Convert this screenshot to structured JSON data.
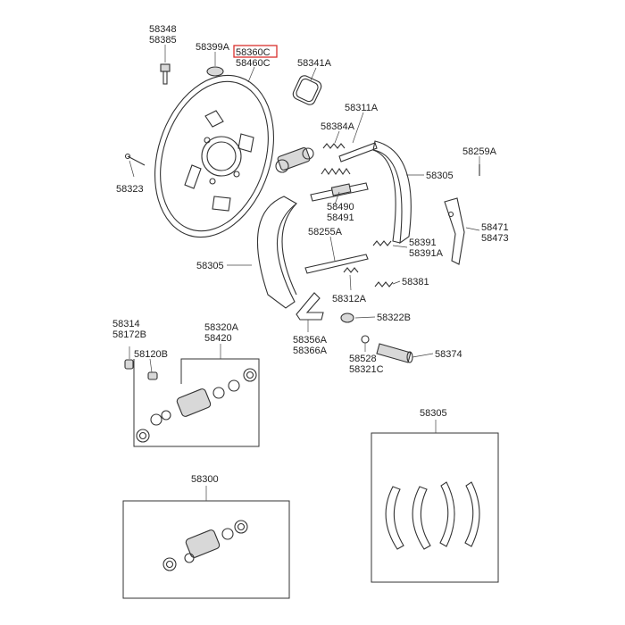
{
  "labels": {
    "l58348": "58348",
    "l58385": "58385",
    "l58399A": "58399A",
    "l58360C": "58360C",
    "l58460C": "58460C",
    "l58341A": "58341A",
    "l58311A": "58311A",
    "l58384A": "58384A",
    "l58259A": "58259A",
    "l58323": "58323",
    "l58305_top": "58305",
    "l58490": "58490",
    "l58491": "58491",
    "l58471": "58471",
    "l58473": "58473",
    "l58255A": "58255A",
    "l58391": "58391",
    "l58391A": "58391A",
    "l58305_left": "58305",
    "l58381": "58381",
    "l58312A": "58312A",
    "l58322B": "58322B",
    "l58356A": "58356A",
    "l58366A": "58366A",
    "l58314": "58314",
    "l58172B": "58172B",
    "l58320A": "58320A",
    "l58420": "58420",
    "l58120B": "58120B",
    "l58528": "58528",
    "l58321C": "58321C",
    "l58374": "58374",
    "l58305_box": "58305",
    "l58300": "58300"
  },
  "colors": {
    "highlight": "#d9302c",
    "line": "#333333"
  }
}
